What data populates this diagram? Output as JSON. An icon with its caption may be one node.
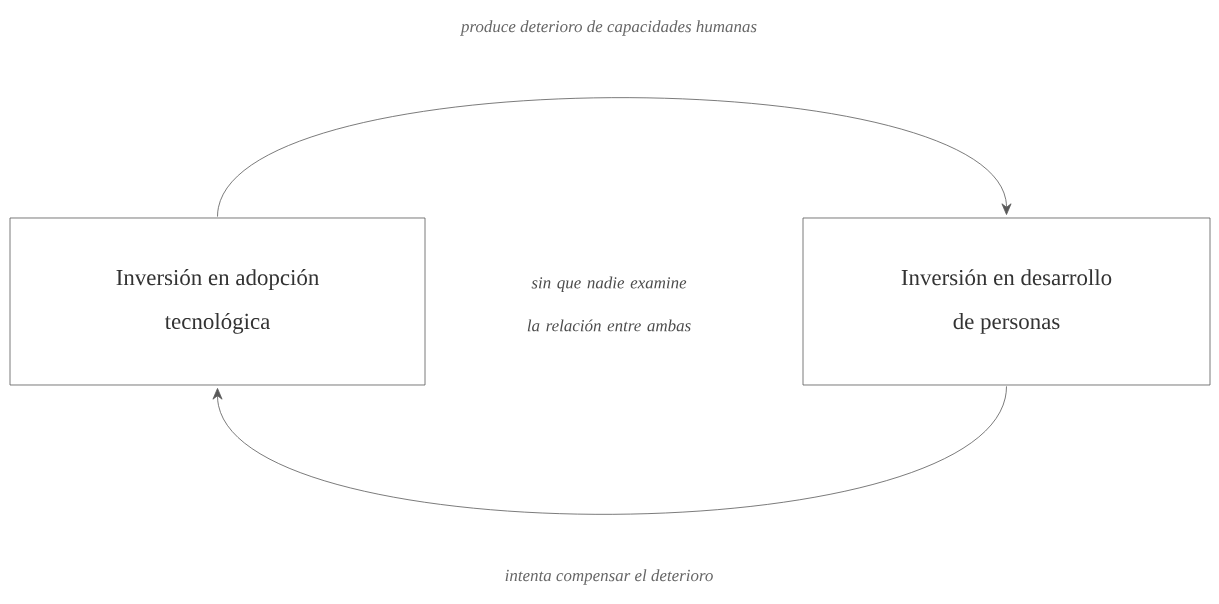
{
  "diagram": {
    "nodes": [
      {
        "text": [
          "Inversión en adopción tecnológica"
        ]
      },
      {
        "text": [
          "Inversión en desarrollo de personas"
        ]
      }
    ],
    "edges": [
      {
        "from": 0,
        "to": 1,
        "arrow": "to",
        "label": "produce deterioro de capacidades humanas"
      },
      {
        "from": 1,
        "to": 0,
        "arrow": "to",
        "label": "intenta compensar el deterioro"
      }
    ],
    "labels": [
      "sin que nadie examine la relación entre ambas"
    ]
  }
}
